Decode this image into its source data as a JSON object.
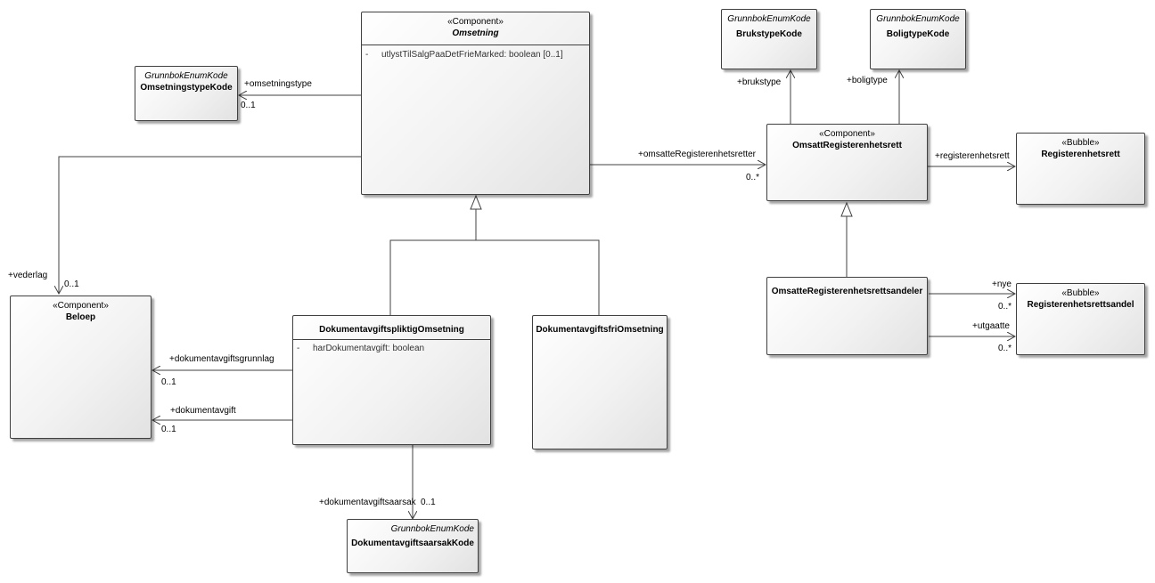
{
  "classes": {
    "omsetning": {
      "stereotype": "«Component»",
      "name": "Omsetning",
      "attribute": {
        "visibility": "-",
        "text": "utlystTilSalgPaaDetFrieMarked: boolean [0..1]"
      }
    },
    "omsetningstype_kode": {
      "stereotype": "GrunnbokEnumKode",
      "name": "OmsetningstypeKode"
    },
    "brukstype_kode": {
      "stereotype": "GrunnbokEnumKode",
      "name": "BrukstypeKode"
    },
    "boligtype_kode": {
      "stereotype": "GrunnbokEnumKode",
      "name": "BoligtypeKode"
    },
    "omsatt_registerenhetsrett": {
      "stereotype": "«Component»",
      "name": "OmsattRegisterenhetsrett"
    },
    "registerenhetsrett": {
      "stereotype": "«Bubble»",
      "name": "Registerenhetsrett"
    },
    "beloep": {
      "stereotype": "«Component»",
      "name": "Beloep"
    },
    "dokumentavgiftspliktig": {
      "name": "DokumentavgiftspliktigOmsetning",
      "attribute": {
        "visibility": "-",
        "text": "harDokumentavgift: boolean"
      }
    },
    "dokumentavgiftsfri": {
      "name": "DokumentavgiftsfriOmsetning"
    },
    "omsatte_andeler": {
      "name": "OmsatteRegisterenhetsrettsandeler"
    },
    "registerenhetsrettsandel": {
      "stereotype": "«Bubble»",
      "name": "Registerenhetsrettsandel"
    },
    "dokumentavgiftsaarsak_kode": {
      "stereotype": "GrunnbokEnumKode",
      "name": "DokumentavgiftsaarsakKode"
    }
  },
  "labels": {
    "omsetningstype_role": "+omsetningstype",
    "omsetningstype_mult": "0..1",
    "vederlag_role": "+vederlag",
    "vederlag_mult": "0..1",
    "omsatte_role": "+omsatteRegisterenhetsretter",
    "omsatte_mult": "0..*",
    "brukstype_role": "+brukstype",
    "boligtype_role": "+boligtype",
    "registerenhetsrett_role": "+registerenhetsrett",
    "grunnlag_role": "+dokumentavgiftsgrunnlag",
    "grunnlag_mult": "0..1",
    "avgift_role": "+dokumentavgift",
    "avgift_mult": "0..1",
    "nye_role": "+nye",
    "nye_mult": "0..*",
    "utgaatte_role": "+utgaatte",
    "utgaatte_mult": "0..*",
    "aarsak_role": "+dokumentavgiftsaarsak",
    "aarsak_mult": "0..1"
  }
}
